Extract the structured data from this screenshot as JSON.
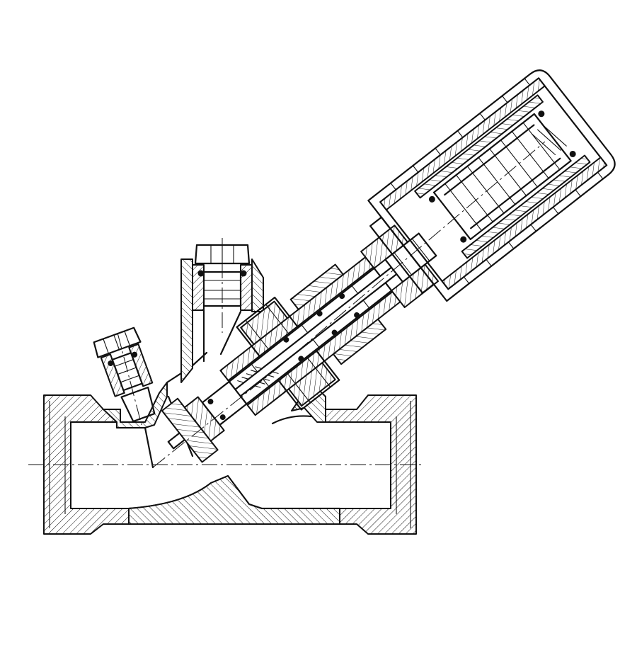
{
  "drawing": {
    "subject": "",
    "components": [
      {
        "id": "valve-body"
      },
      {
        "id": "left-inlet-thread"
      },
      {
        "id": "right-outlet-thread"
      },
      {
        "id": "test-point-left"
      },
      {
        "id": "test-point-right"
      },
      {
        "id": "bonnet"
      },
      {
        "id": "valve-stem"
      },
      {
        "id": "valve-disc"
      },
      {
        "id": "handwheel-cap"
      },
      {
        "id": "flow-centerline"
      },
      {
        "id": "stem-axis"
      }
    ]
  }
}
